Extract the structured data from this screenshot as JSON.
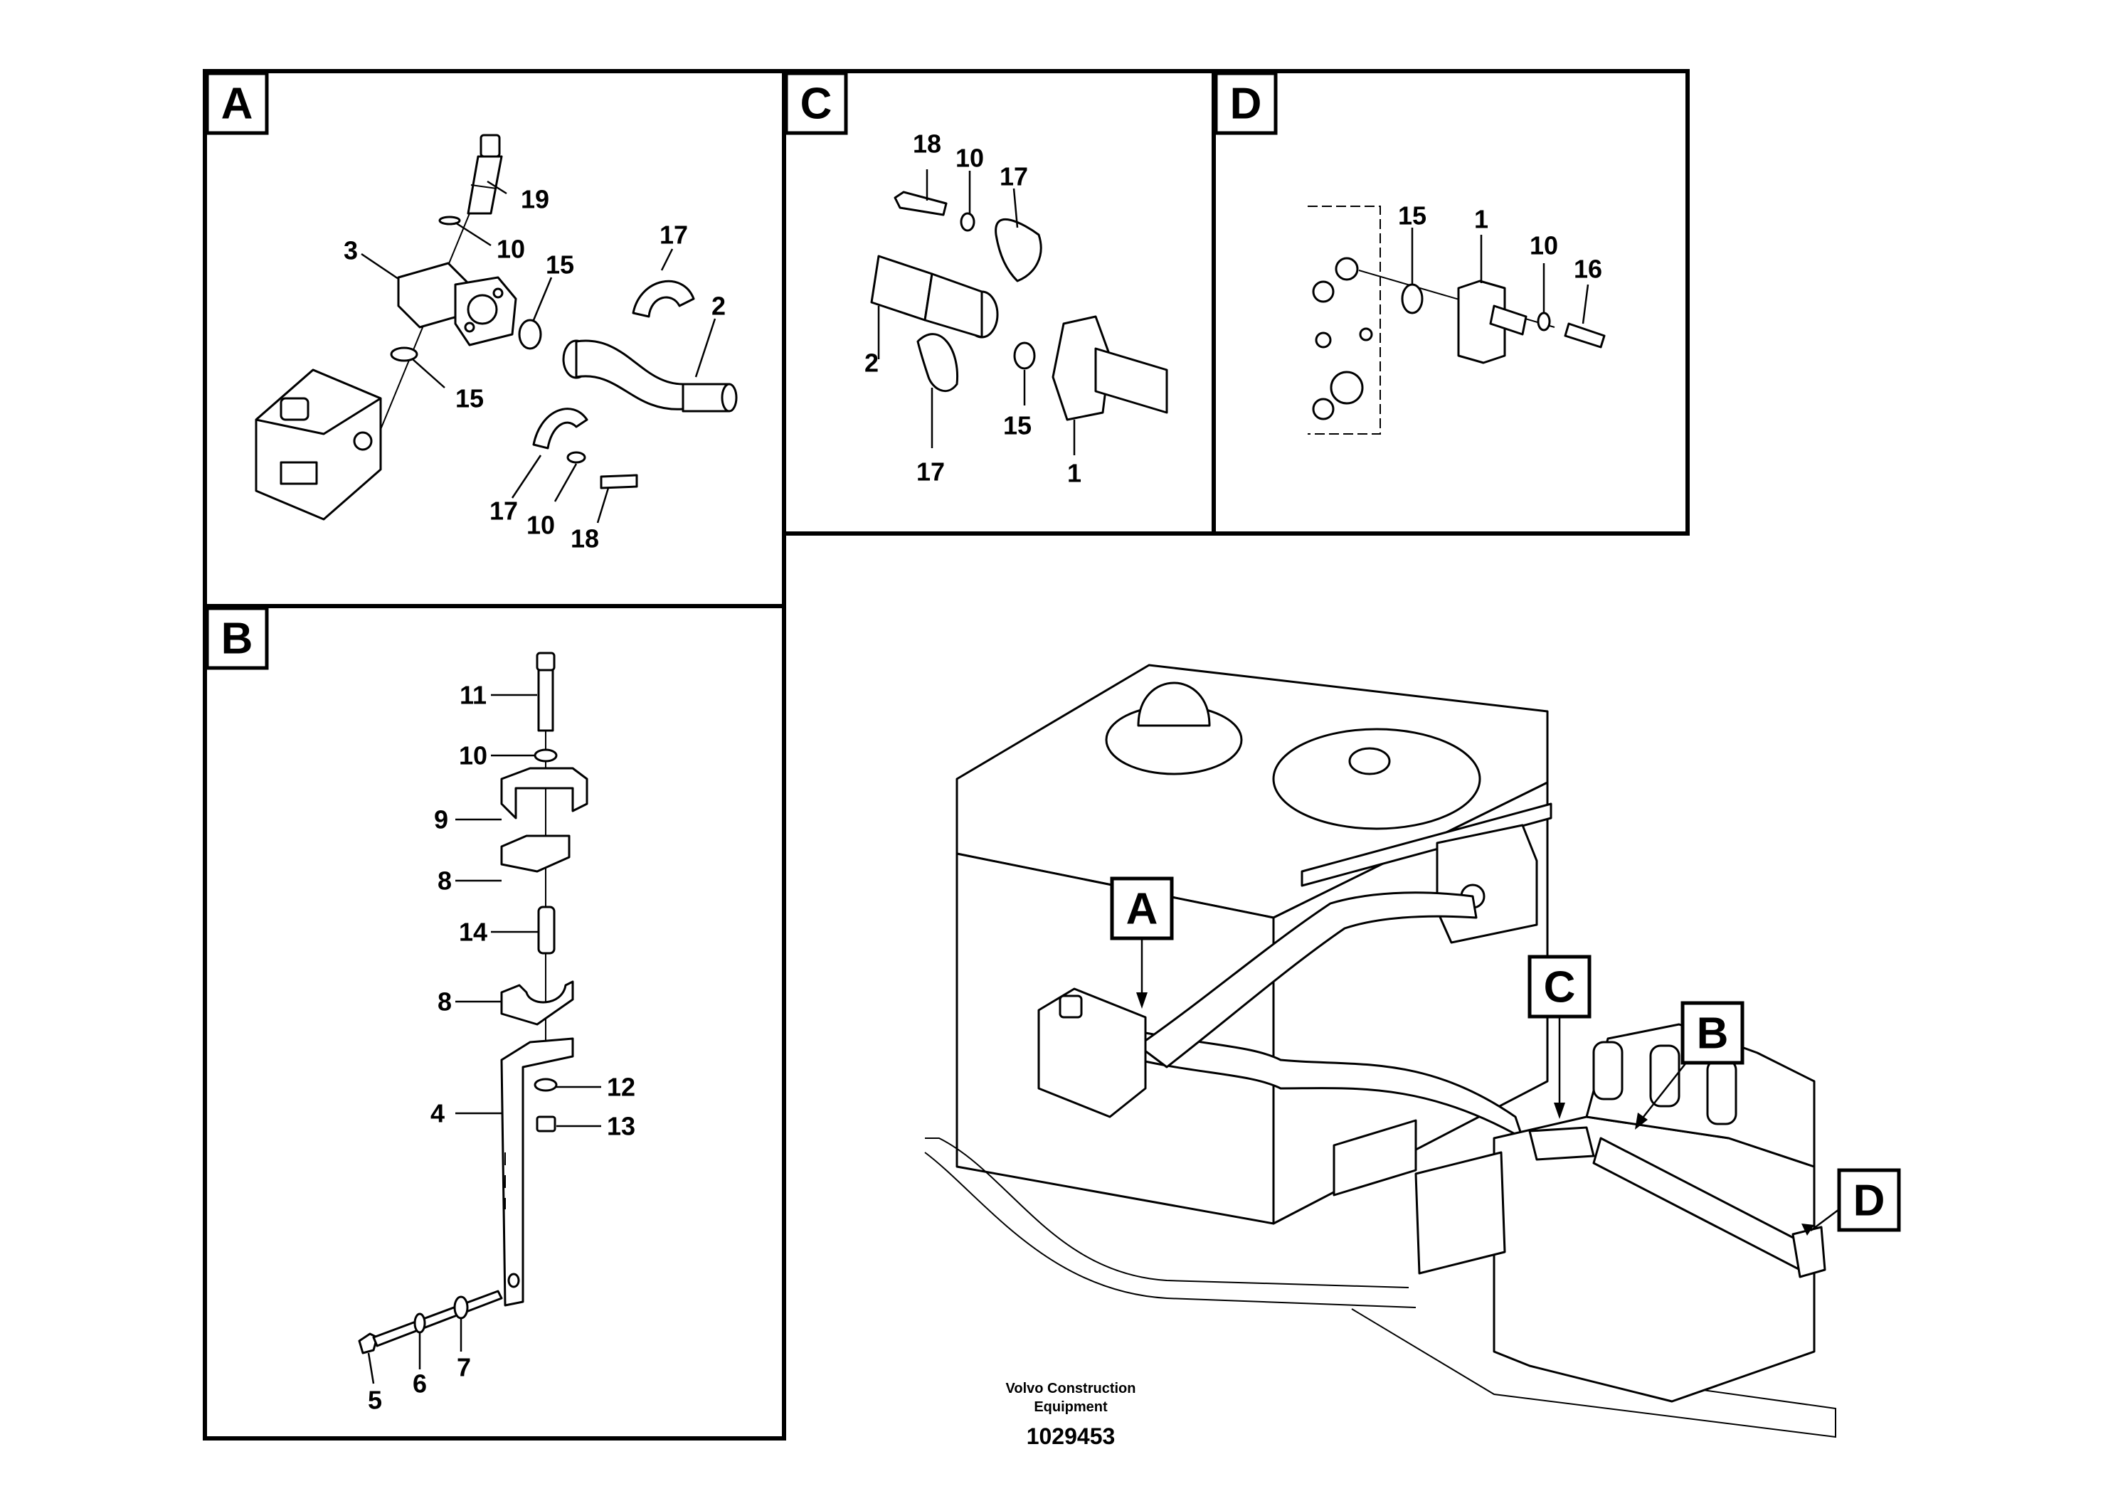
{
  "views": {
    "A": {
      "tag": "A",
      "callouts": {
        "c19": "19",
        "c10a": "10",
        "c3": "3",
        "c15a": "15",
        "c17a": "17",
        "c2": "2",
        "c15b": "15",
        "c17b": "17",
        "c10b": "10",
        "c18": "18"
      }
    },
    "B": {
      "tag": "B",
      "callouts": {
        "c11": "11",
        "c10": "10",
        "c9": "9",
        "c8a": "8",
        "c14": "14",
        "c8b": "8",
        "c12": "12",
        "c4": "4",
        "c13": "13",
        "c5": "5",
        "c6": "6",
        "c7": "7"
      }
    },
    "C": {
      "tag": "C",
      "callouts": {
        "c18": "18",
        "c10": "10",
        "c17a": "17",
        "c2": "2",
        "c15": "15",
        "c17b": "17",
        "c1": "1"
      }
    },
    "D": {
      "tag": "D",
      "callouts": {
        "c15": "15",
        "c1": "1",
        "c10": "10",
        "c16": "16"
      }
    },
    "overview": {
      "tagA": "A",
      "tagB": "B",
      "tagC": "C",
      "tagD": "D"
    }
  },
  "footer": {
    "line1": "Volvo Construction",
    "line2": "Equipment",
    "ref": "1029453"
  }
}
